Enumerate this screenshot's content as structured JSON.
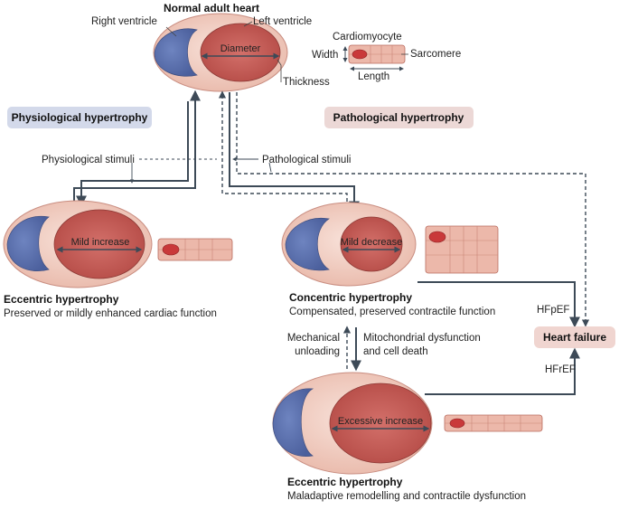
{
  "header": {
    "title": "Normal adult heart",
    "right_ventricle": "Right ventricle",
    "left_ventricle": "Left ventricle",
    "diameter": "Diameter",
    "thickness": "Thickness"
  },
  "cardiomyocyte": {
    "title": "Cardiomyocyte",
    "width": "Width",
    "length": "Length",
    "sarcomere": "Sarcomere"
  },
  "categories": {
    "physiological": "Physiological hypertrophy",
    "pathological": "Pathological hypertrophy"
  },
  "stimuli": {
    "physiological": "Physiological stimuli",
    "pathological": "Pathological stimuli"
  },
  "states": {
    "eccentric_physio": {
      "inner_label": "Mild increase",
      "title": "Eccentric hypertrophy",
      "subtitle": "Preserved or mildly enhanced cardiac function"
    },
    "concentric": {
      "inner_label": "Mild decrease",
      "title": "Concentric hypertrophy",
      "subtitle": "Compensated, preserved contractile function"
    },
    "eccentric_patho": {
      "inner_label": "Excessive increase",
      "title": "Eccentric hypertrophy",
      "subtitle": "Maladaptive remodelling and contractile dysfunction"
    }
  },
  "transitions": {
    "unloading_1": "Mechanical",
    "unloading_2": "unloading",
    "dysfunction_1": "Mitochondrial dysfunction",
    "dysfunction_2": "and cell death"
  },
  "outcomes": {
    "heart_failure": "Heart failure",
    "hfpef": "HFpEF",
    "hfref": "HFrEF"
  },
  "colors": {
    "outer_tissue": "#f1cfc3",
    "left_ventricle": "#c65a52",
    "right_ventricle": "#5b71ae",
    "arrow": "#3d4a57",
    "physio_badge": "#d3d9ea",
    "patho_badge": "#ecd8d6",
    "heart_failure_badge": "#f0d5d0"
  }
}
